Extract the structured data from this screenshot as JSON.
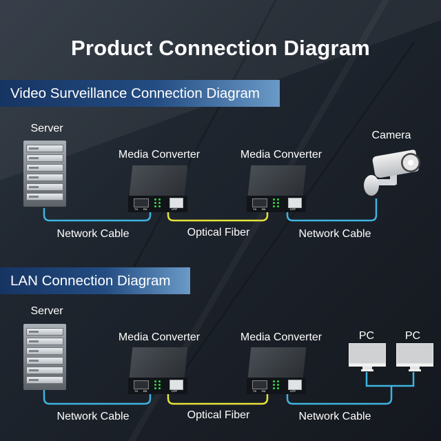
{
  "title": "Product Connection Diagram",
  "colors": {
    "network_cable": "#3fb4e0",
    "optical_fiber": "#e8e23a",
    "banner_start": "#163462",
    "banner_end": "#6a9ac8"
  },
  "sections": [
    {
      "heading": "Video Surveillance Connection Diagram",
      "devices": {
        "source": "Server",
        "converter_left": "Media Converter",
        "converter_right": "Media Converter",
        "endpoint": "Camera"
      },
      "links": {
        "left": "Network Cable",
        "middle": "Optical Fiber",
        "right": "Network Cable"
      }
    },
    {
      "heading": "LAN Connection Diagram",
      "devices": {
        "source": "Server",
        "converter_left": "Media Converter",
        "converter_right": "Media Converter",
        "endpoint_1": "PC",
        "endpoint_2": "PC"
      },
      "links": {
        "left": "Network Cable",
        "middle": "Optical Fiber",
        "right": "Network Cable"
      }
    }
  ],
  "converter_ports": {
    "tx": "TX",
    "rx": "RX",
    "utp": "UTP"
  }
}
